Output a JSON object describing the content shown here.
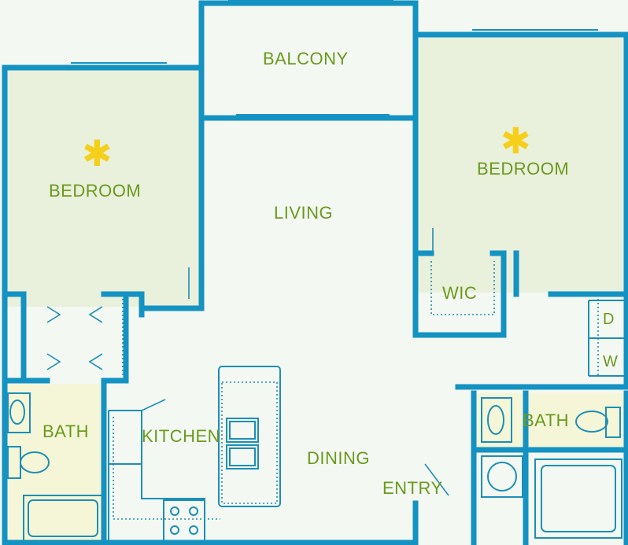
{
  "rooms": {
    "balcony": "BALCONY",
    "bedroom_left": "BEDROOM",
    "bedroom_right": "BEDROOM",
    "living": "LIVING",
    "wic": "WIC",
    "washer_dryer_d": "D",
    "washer_dryer_w": "W",
    "bath_left": "BATH",
    "bath_right": "BATH",
    "kitchen": "KITCHEN",
    "dining": "DINING",
    "entry": "ENTRY"
  },
  "icons": {
    "featured_star": "star-icon"
  },
  "colors": {
    "wall": "#1492c2",
    "fixture": "#1c8fb5",
    "room_label": "#6a9a1f",
    "bedroom_fill": "#e9f0db",
    "bath_fill": "#f5f6d8",
    "floor_fill": "#f4f8f2",
    "star": "#f6cf1a"
  }
}
